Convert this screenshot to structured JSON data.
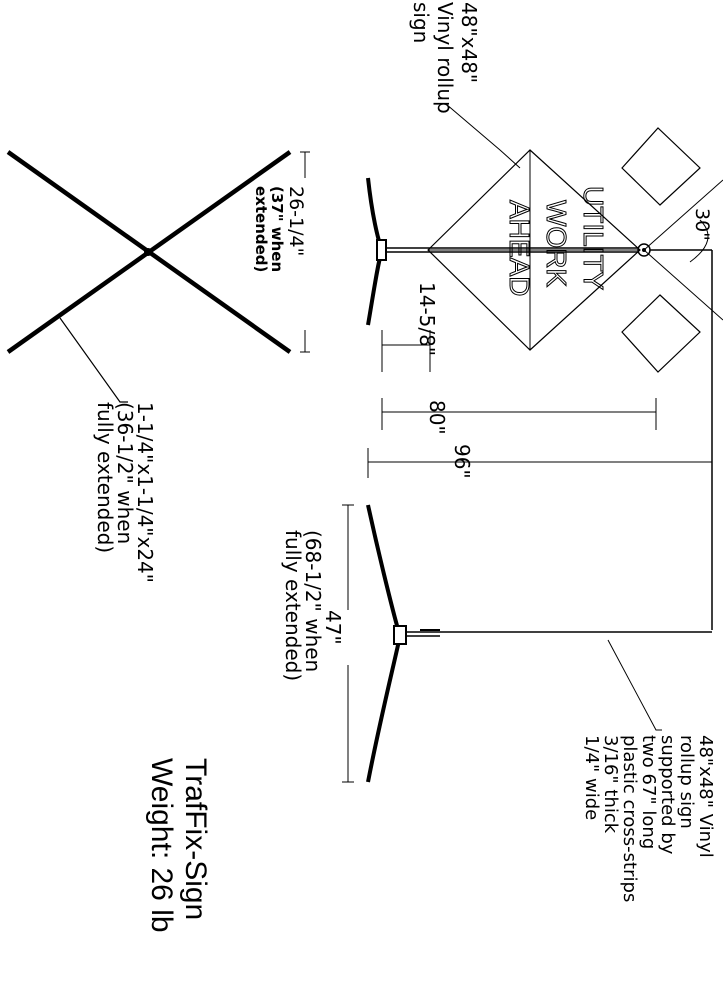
{
  "title": {
    "product": "TrafFix-Sign",
    "weight": "Weight: 26 lb"
  },
  "sign_face": {
    "line1": "UTILITY",
    "line2": "WORK",
    "line3": "AHEAD"
  },
  "labels": {
    "top_sign": [
      "48\"x48\"",
      "Vinyl rollup",
      "sign"
    ],
    "rollup_note": [
      "48\"x48\" Vinyl",
      "rollup sign",
      "supported by",
      "two 67\" long",
      "plastic cross-strips",
      "3/16\" thick",
      "1/4\" wide"
    ],
    "base_top": [
      "26-1/4\"",
      "(37\" when",
      "extended)"
    ],
    "base_bottom": [
      "47\"",
      "(68-1/2\" when",
      "fully extended)"
    ],
    "leg_size": [
      "1-1/4\"x1-1/4\"x24\"",
      "(36-1/2\" when",
      "fully extended)"
    ]
  },
  "dimensions": {
    "angle": "30\"",
    "d1": "14-5/8\"",
    "d2": "80\"",
    "d3": "96\""
  }
}
